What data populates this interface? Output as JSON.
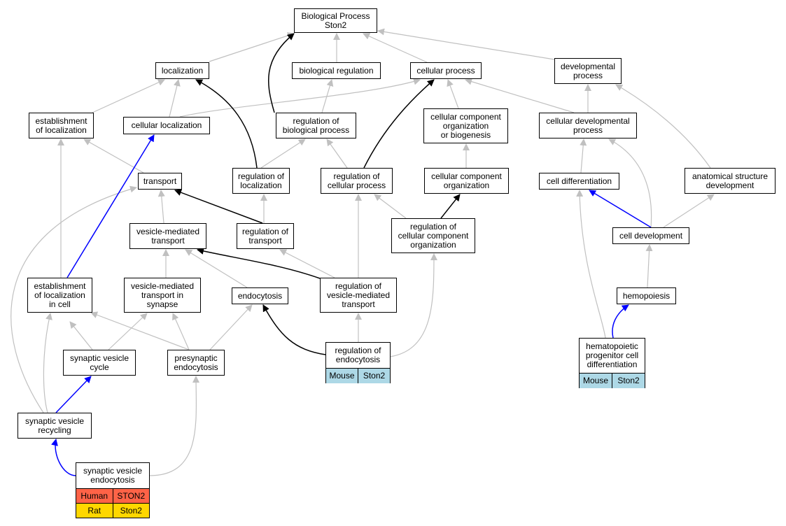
{
  "colors": {
    "gray": "#c0c0c0",
    "black": "#000000",
    "blue": "#0000ff",
    "mouse": "#add8e6",
    "human": "#ff6347",
    "rat": "#ffd700"
  },
  "nodes": {
    "bp": "Biological Process\nSton2",
    "localization": "localization",
    "bioreg": "biological regulation",
    "cellproc": "cellular process",
    "devproc": "developmental\nprocess",
    "estloc": "establishment\nof localization",
    "cellloc": "cellular localization",
    "regbio": "regulation of\nbiological process",
    "ccob": "cellular component\norganization\nor biogenesis",
    "celldevproc": "cellular developmental\nprocess",
    "transport": "transport",
    "regloc": "regulation of\nlocalization",
    "regcell": "regulation of\ncellular process",
    "cco": "cellular component\norganization",
    "celldiff": "cell differentiation",
    "anat": "anatomical structure\ndevelopment",
    "vmt": "vesicle-mediated\ntransport",
    "regtrans": "regulation of\ntransport",
    "regcco": "regulation of\ncellular component\norganization",
    "celldev": "cell development",
    "estcell": "establishment\nof localization\nin cell",
    "vmts": "vesicle-mediated\ntransport in\nsynapse",
    "endo": "endocytosis",
    "regvmt": "regulation of\nvesicle-mediated\ntransport",
    "hemo": "hemopoiesis",
    "svc": "synaptic vesicle\ncycle",
    "preendo": "presynaptic\nendocytosis",
    "svr": "synaptic vesicle\nrecycling"
  },
  "tables": {
    "regendo": {
      "title": "regulation of\nendocytosis",
      "rows": [
        {
          "species": "Mouse",
          "gene": "Ston2",
          "color": "#add8e6"
        }
      ]
    },
    "hpcd": {
      "title": "hematopoietic\nprogenitor cell\ndifferentiation",
      "rows": [
        {
          "species": "Mouse",
          "gene": "Ston2",
          "color": "#add8e6"
        }
      ]
    },
    "sve": {
      "title": "synaptic vesicle\nendocytosis",
      "rows": [
        {
          "species": "Human",
          "gene": "STON2",
          "color": "#ff6347"
        },
        {
          "species": "Rat",
          "gene": "Ston2",
          "color": "#ffd700"
        }
      ]
    }
  }
}
